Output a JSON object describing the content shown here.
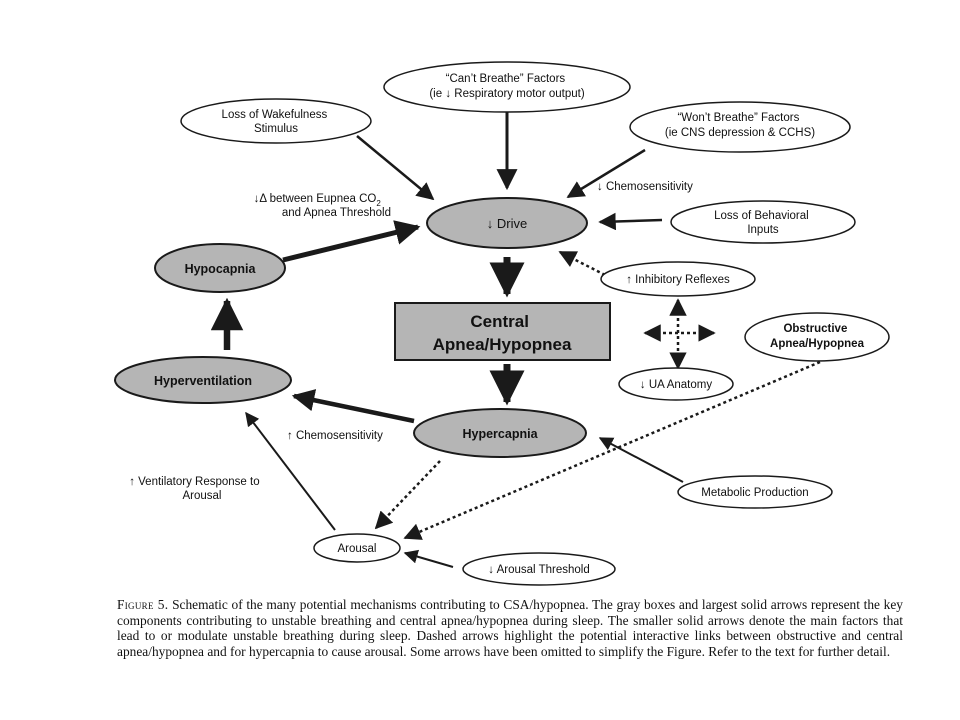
{
  "nodes": {
    "cant_breathe": [
      "“Can’t Breathe” Factors",
      "(ie ↓ Respiratory motor output)"
    ],
    "wont_breathe": [
      "“Won’t Breathe” Factors",
      "(ie CNS depression & CCHS)"
    ],
    "loss_wakefulness": [
      "Loss of Wakefulness",
      "Stimulus"
    ],
    "drive": "↓ Drive",
    "loss_behavioral": [
      "Loss of Behavioral",
      "Inputs"
    ],
    "hypocapnia": "Hypocapnia",
    "central_apnea": [
      "Central",
      "Apnea/Hypopnea"
    ],
    "inhibitory_reflexes": "↑ Inhibitory Reflexes",
    "obstructive": [
      "Obstructive",
      "Apnea/Hypopnea"
    ],
    "ua_anatomy": "↓ UA Anatomy",
    "hyperventilation": "Hyperventilation",
    "hypercapnia": "Hypercapnia",
    "metabolic": "Metabolic Production",
    "arousal": "Arousal",
    "arousal_threshold": "↓ Arousal Threshold"
  },
  "labels": {
    "eupnea_line1": "↓Δ between Eupnea CO",
    "eupnea_sub": "2",
    "eupnea_line2": "and Apnea Threshold",
    "chemo_down": "↓ Chemosensitivity",
    "chemo_up": "↑ Chemosensitivity",
    "vent_response": [
      "↑ Ventilatory Response to",
      "Arousal"
    ]
  },
  "caption": {
    "figure_label": "Figure 5.",
    "lines": [
      "Schematic of the many potential mechanisms contributing to CSA/hypopnea. The gray boxes",
      "and largest solid arrows represent the key components contributing to unstable breathing and central",
      "apnea/hypopnea during sleep. The smaller solid arrows denote the main factors that lead to or modulate",
      "unstable breathing during sleep. Dashed arrows highlight the potential interactive links between",
      "obstructive and central apnea/hypopnea and for hypercapnia to cause arousal. Some arrows have been",
      "omitted to simplify the Figure. Refer to the text for further detail."
    ]
  },
  "colors": {
    "key_fill": "#b5b5b5",
    "line": "#1a1a1a",
    "background": "#ffffff"
  }
}
